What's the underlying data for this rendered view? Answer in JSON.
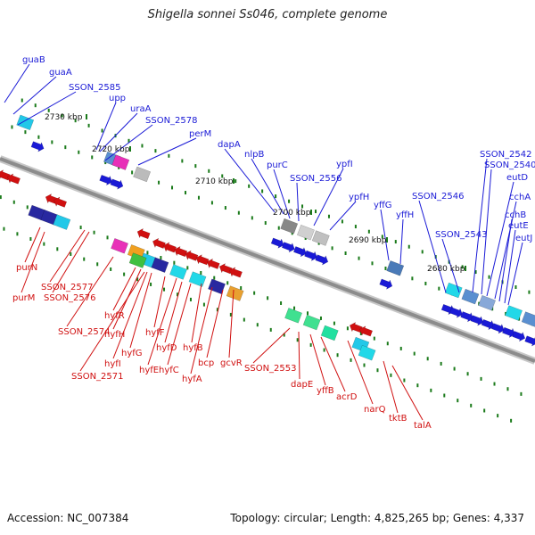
{
  "title": "Shigella sonnei Ss046, complete genome",
  "accession": "Accession: NC_007384",
  "summary": "Topology: circular; Length: 4,825,265 bp; Genes: 4,337",
  "colors": {
    "forward": "#1a1ad6",
    "reverse": "#d01010",
    "backbone": "#8c8c8c",
    "tick": "#1a7a1a"
  },
  "scale_ticks": [
    {
      "label": "2730 kbp"
    },
    {
      "label": "2720 kbp"
    },
    {
      "label": "2710 kbp"
    },
    {
      "label": "2700 kbp"
    },
    {
      "label": "2690 kbp"
    },
    {
      "label": "2680 kbp"
    }
  ],
  "forward_genes": [
    {
      "label": "guaB"
    },
    {
      "label": "guaA"
    },
    {
      "label": "SSON_2585"
    },
    {
      "label": "upp"
    },
    {
      "label": "uraA"
    },
    {
      "label": "SSON_2578"
    },
    {
      "label": "perM"
    },
    {
      "label": "dapA"
    },
    {
      "label": "nlpB"
    },
    {
      "label": "purC"
    },
    {
      "label": "SSON_2556"
    },
    {
      "label": "ypfI"
    },
    {
      "label": "ypfH"
    },
    {
      "label": "yffG"
    },
    {
      "label": "yffH"
    },
    {
      "label": "SSON_2546"
    },
    {
      "label": "SSON_2543"
    },
    {
      "label": "SSON_2542"
    },
    {
      "label": "SSON_2540"
    },
    {
      "label": "eutD"
    },
    {
      "label": "cchA"
    },
    {
      "label": "cchB"
    },
    {
      "label": "eutE"
    },
    {
      "label": "eutJ"
    }
  ],
  "reverse_genes": [
    {
      "label": "purN"
    },
    {
      "label": "purM"
    },
    {
      "label": "SSON_2577"
    },
    {
      "label": "SSON_2576"
    },
    {
      "label": "SSON_2574"
    },
    {
      "label": "hyfR"
    },
    {
      "label": "hyfH"
    },
    {
      "label": "hyfI"
    },
    {
      "label": "SSON_2571"
    },
    {
      "label": "hyfG"
    },
    {
      "label": "hyfF"
    },
    {
      "label": "hyfE"
    },
    {
      "label": "hyfD"
    },
    {
      "label": "hyfC"
    },
    {
      "label": "hyfB"
    },
    {
      "label": "hyfA"
    },
    {
      "label": "bcp"
    },
    {
      "label": "gcvR"
    },
    {
      "label": "SSON_2553"
    },
    {
      "label": "dapE"
    },
    {
      "label": "yffB"
    },
    {
      "label": "acrD"
    },
    {
      "label": "narQ"
    },
    {
      "label": "tktB"
    },
    {
      "label": "talA"
    }
  ]
}
